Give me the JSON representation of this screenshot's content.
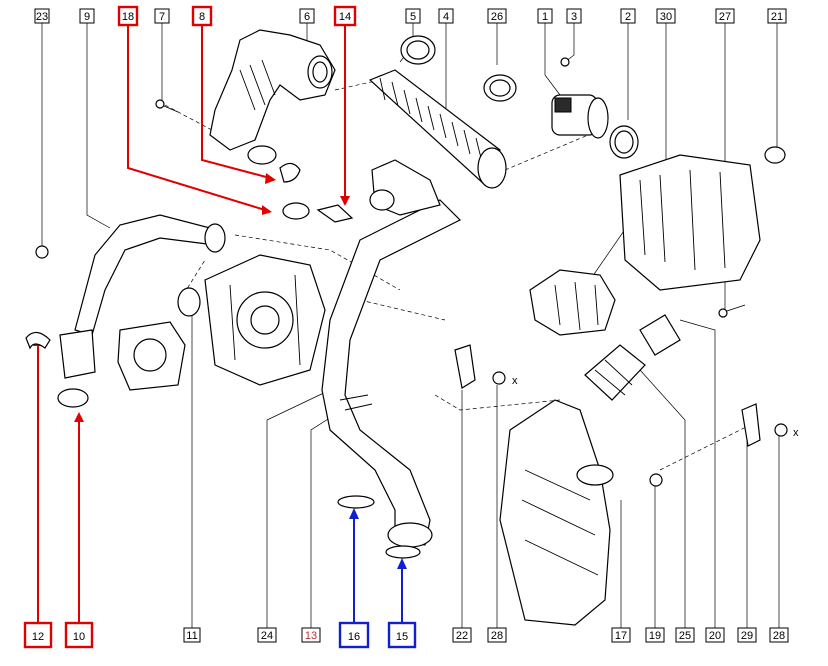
{
  "diagram": {
    "top_callouts": [
      {
        "label": "23"
      },
      {
        "label": "9"
      },
      {
        "label": "18",
        "highlight": "red"
      },
      {
        "label": "7"
      },
      {
        "label": "8",
        "highlight": "red"
      },
      {
        "label": "6"
      },
      {
        "label": "14",
        "highlight": "red"
      },
      {
        "label": "5"
      },
      {
        "label": "4"
      },
      {
        "label": "26"
      },
      {
        "label": "1"
      },
      {
        "label": "3"
      },
      {
        "label": "2"
      },
      {
        "label": "30"
      },
      {
        "label": "27"
      },
      {
        "label": "21"
      }
    ],
    "bottom_callouts": [
      {
        "label": "12",
        "highlight": "red"
      },
      {
        "label": "10",
        "highlight": "red"
      },
      {
        "label": "11"
      },
      {
        "label": "24"
      },
      {
        "label": "13",
        "text_color": "red"
      },
      {
        "label": "16",
        "highlight": "blue"
      },
      {
        "label": "15",
        "highlight": "blue"
      },
      {
        "label": "22"
      },
      {
        "label": "28"
      },
      {
        "label": "17"
      },
      {
        "label": "19"
      },
      {
        "label": "25"
      },
      {
        "label": "20"
      },
      {
        "label": "29"
      },
      {
        "label": "28"
      }
    ],
    "marker_glyph": "x",
    "colors": {
      "red_highlight": "#e00000",
      "blue_highlight": "#1020d0",
      "line": "#000000",
      "background": "#ffffff"
    }
  }
}
